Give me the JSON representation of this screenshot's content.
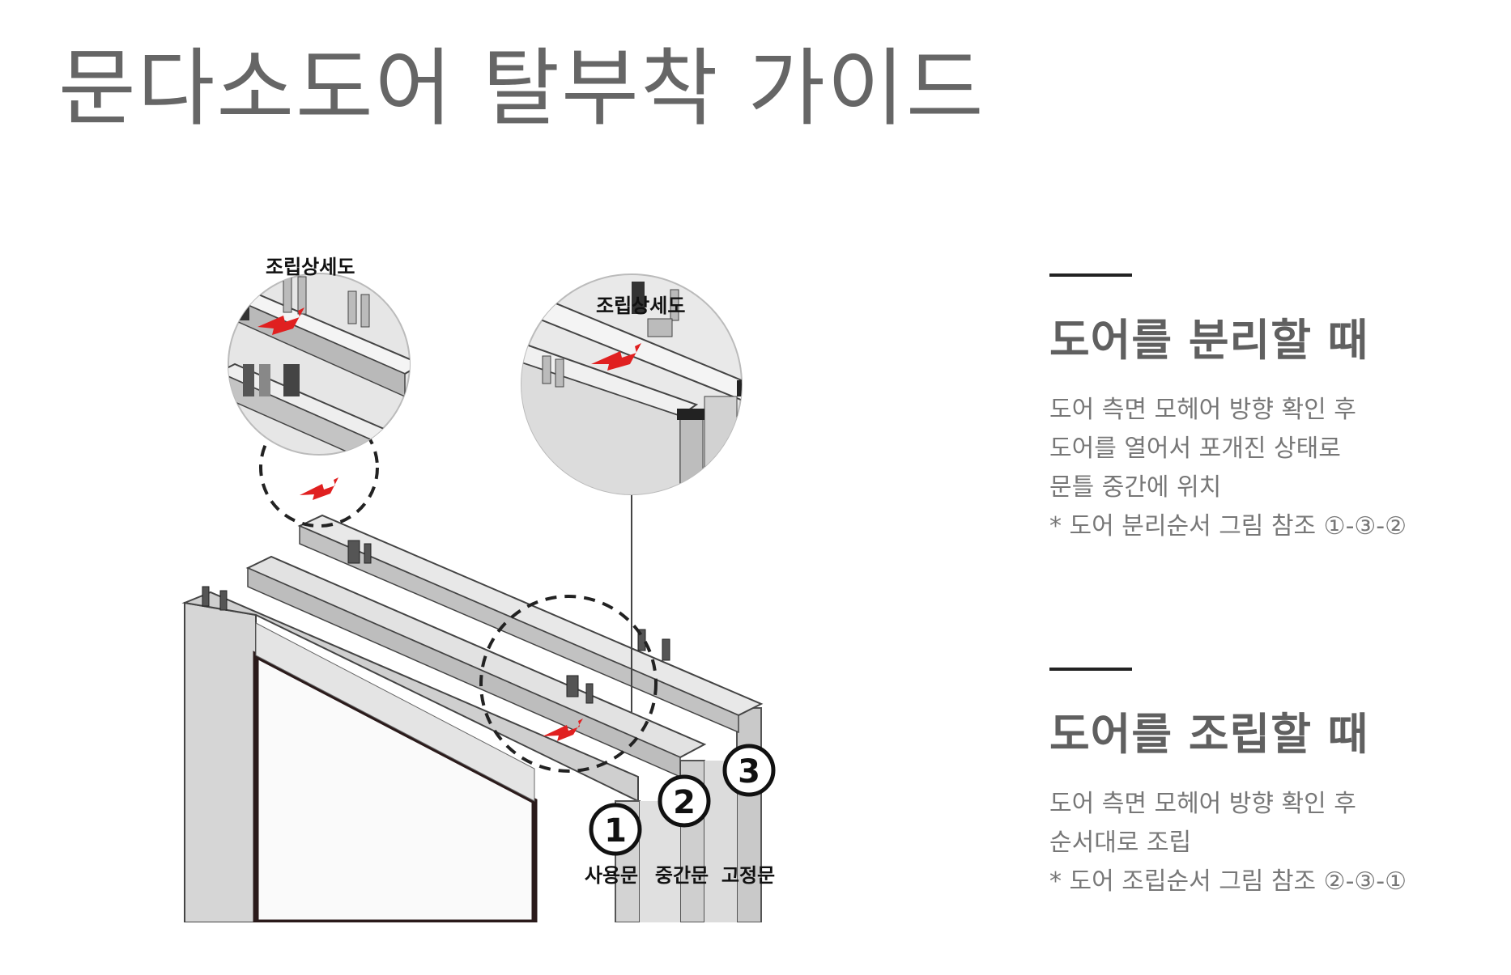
{
  "title": "문다소도어 탈부착 가이드",
  "diagram": {
    "detail_label_left": "조립상세도",
    "detail_label_right": "조립상세도",
    "doors": [
      {
        "number": "1",
        "label": "사용문"
      },
      {
        "number": "2",
        "label": "중간문"
      },
      {
        "number": "3",
        "label": "고정문"
      }
    ],
    "colors": {
      "arrow": "#e02020",
      "frame": "#d9d9d9",
      "frame_dark": "#9a9a9a",
      "ink": "#222222"
    }
  },
  "sections": {
    "separate": {
      "heading": "도어를 분리할 때",
      "lines": [
        "도어 측면 모헤어 방향 확인 후",
        "도어를 열어서 포개진 상태로",
        "문틀 중간에 위치",
        "* 도어 분리순서 그림 참조  ①-③-②"
      ]
    },
    "assemble": {
      "heading": "도어를 조립할 때",
      "lines": [
        "도어 측면 모헤어 방향 확인 후",
        "순서대로 조립",
        "* 도어 조립순서 그림 참조  ②-③-①"
      ]
    }
  }
}
